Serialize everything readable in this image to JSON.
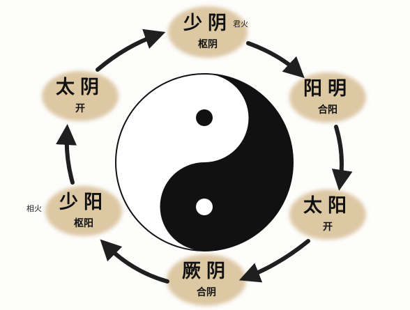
{
  "colors": {
    "node_fill": "#ddc8a4",
    "arrow": "#1f1f1f",
    "yin": "#111111",
    "yang": "#ffffff"
  },
  "nodes": [
    {
      "id": "shaoyin",
      "name": "少阴",
      "role": "枢阴",
      "tag": "君火"
    },
    {
      "id": "yangming",
      "name": "阳明",
      "role": "合阳"
    },
    {
      "id": "taiyang",
      "name": "太阳",
      "role": "开"
    },
    {
      "id": "jueyin",
      "name": "厥阴",
      "role": "合阴"
    },
    {
      "id": "shaoyang",
      "name": "少阳",
      "role": "枢阳",
      "tag": "相火"
    },
    {
      "id": "taiyin",
      "name": "太阴",
      "role": "开"
    }
  ]
}
